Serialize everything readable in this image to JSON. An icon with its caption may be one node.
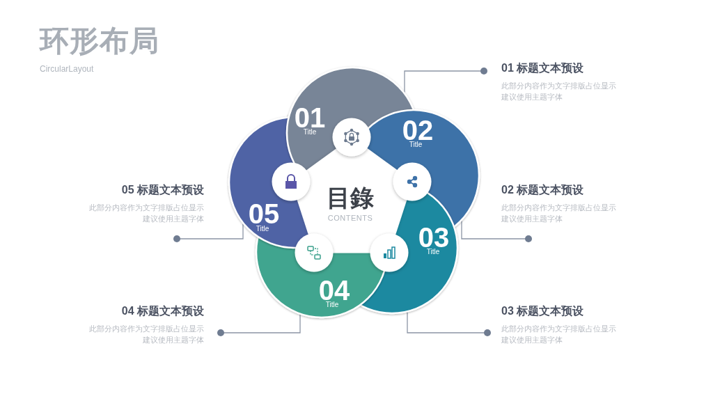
{
  "diagram": {
    "title": "环形布局",
    "nodes": [
      {
        "text": [
          "01",
          "Title"
        ]
      },
      {
        "text": [
          "02",
          "Title"
        ]
      },
      {
        "text": [
          "03",
          "Title"
        ]
      },
      {
        "text": [
          "04",
          "Title"
        ]
      },
      {
        "text": [
          "05",
          "Title"
        ]
      },
      {
        "text": [
          "目錄",
          "CONTENTS"
        ]
      },
      {
        "text": [
          "01 标题文本预设",
          "此部分内容作为文字排版占位显示建议使用主题字体"
        ]
      },
      {
        "text": [
          "02 标题文本预设",
          "此部分内容作为文字排版占位显示建议使用主题字体"
        ]
      },
      {
        "text": [
          "03 标题文本预设",
          "此部分内容作为文字排版占位显示建议使用主题字体"
        ]
      },
      {
        "text": [
          "04 标题文本预设",
          "此部分内容作为文字排版占位显示建议使用主题字体"
        ]
      },
      {
        "text": [
          "05 标题文本预设",
          "此部分内容作为文字排版占位显示建议使用主题字体"
        ]
      }
    ],
    "edges": [
      {
        "from": 6,
        "to": 0,
        "arrow": "other"
      },
      {
        "from": 7,
        "to": 1,
        "arrow": "other"
      },
      {
        "from": 8,
        "to": 2,
        "arrow": "other"
      },
      {
        "from": 9,
        "to": 3,
        "arrow": "other"
      },
      {
        "from": 10,
        "to": 4,
        "arrow": "other"
      }
    ],
    "labels": [
      "CircularLayout"
    ]
  }
}
